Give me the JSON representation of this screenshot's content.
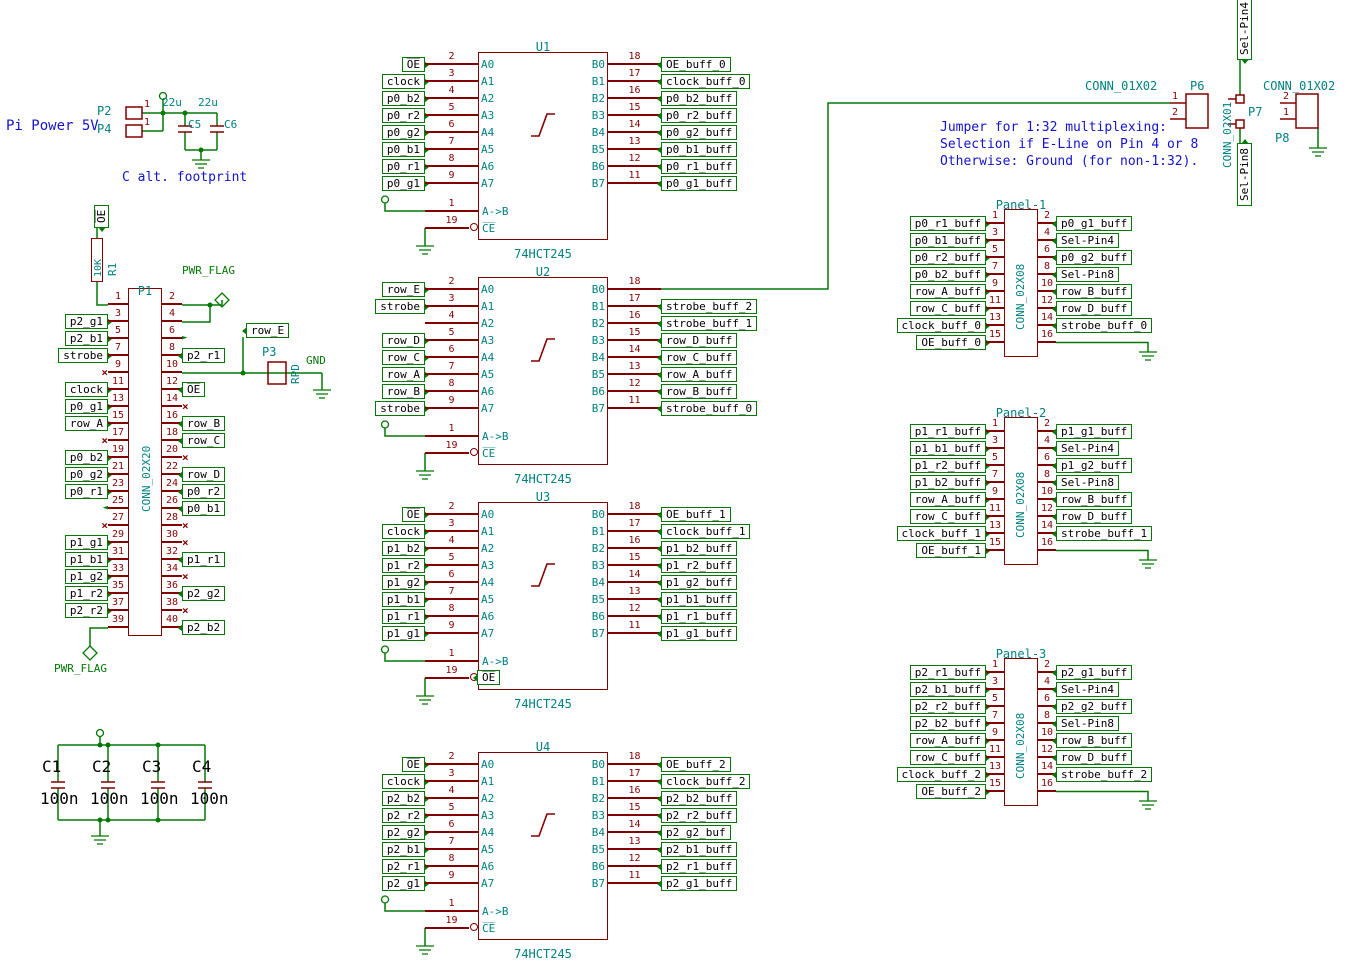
{
  "colors": {
    "wire": "#047804",
    "component": "#840000",
    "reference": "#008080",
    "note": "#1414c8",
    "label_text": "#000000",
    "background": "#ffffff"
  },
  "notes": {
    "pi_power": "Pi Power 5V",
    "c_alt": "C alt. footprint",
    "jumper_1": "Jumper for 1:32 multiplexing:",
    "jumper_2": "Selection if E-Line on Pin 4 or 8",
    "jumper_3": "Otherwise: Ground (for non-1:32)."
  },
  "power": {
    "p2_ref": "P2",
    "p2_pin": "1",
    "p4_ref": "P4",
    "p4_pin": "1",
    "c5_ref": "C5",
    "c5_val": "22u",
    "c6_ref": "C6",
    "c6_val": "22u",
    "pwr_flag_top": "PWR_FLAG",
    "pwr_flag_bottom": "PWR_FLAG",
    "oe_pullup_label": "O̅E̅",
    "r1_ref": "R1",
    "r1_val": "10K"
  },
  "p3": {
    "ref": "P3",
    "val": "RPD",
    "gnd": "GND",
    "row_e": "row_E"
  },
  "decoupling": [
    {
      "ref": "C1",
      "val": "100n"
    },
    {
      "ref": "C2",
      "val": "100n"
    },
    {
      "ref": "C3",
      "val": "100n"
    },
    {
      "ref": "C4",
      "val": "100n"
    }
  ],
  "p1": {
    "ref": "P1",
    "val": "CONN_02X20",
    "rows": [
      {
        "ln": "1",
        "rn": "2"
      },
      {
        "ln": "3",
        "ll": "p2_g1",
        "rn": "4"
      },
      {
        "ln": "5",
        "ll": "p2_b1",
        "rn": "6",
        "rarr": "►"
      },
      {
        "ln": "7",
        "ll": "strobe",
        "rn": "8",
        "rl": "p2_r1"
      },
      {
        "ln": "9",
        "lnc": "×",
        "rn": "10"
      },
      {
        "ln": "11",
        "ll": "clock",
        "rn": "12",
        "rl": "O̅E̅"
      },
      {
        "ln": "13",
        "ll": "p0_g1",
        "rn": "14",
        "rnc": "×"
      },
      {
        "ln": "15",
        "ll": "row_A",
        "rn": "16",
        "rl": "row_B"
      },
      {
        "ln": "17",
        "lnc": "×",
        "rn": "18",
        "rl": "row_C"
      },
      {
        "ln": "19",
        "ll": "p0_b2",
        "rn": "20",
        "rnc": "×"
      },
      {
        "ln": "21",
        "ll": "p0_g2",
        "rn": "22",
        "rl": "row_D"
      },
      {
        "ln": "23",
        "ll": "p0_r1",
        "rn": "24",
        "rl": "p0_r2"
      },
      {
        "ln": "25",
        "larr": "◄",
        "rn": "26",
        "rl": "p0_b1"
      },
      {
        "ln": "27",
        "lnc": "×",
        "rn": "28",
        "rnc": "×"
      },
      {
        "ln": "29",
        "ll": "p1_g1",
        "rn": "30",
        "rnc": "×"
      },
      {
        "ln": "31",
        "ll": "p1_b1",
        "rn": "32",
        "rl": "p1_r1"
      },
      {
        "ln": "33",
        "ll": "p1_g2",
        "rn": "34",
        "rnc": "×"
      },
      {
        "ln": "35",
        "ll": "p1_r2",
        "rn": "36",
        "rl": "p2_g2"
      },
      {
        "ln": "37",
        "ll": "p2_r2",
        "rn": "38",
        "rnc": "×"
      },
      {
        "ln": "39",
        "rn": "40",
        "rl": "p2_b2"
      }
    ]
  },
  "chips": [
    {
      "ref": "U1",
      "value": "74HCT245",
      "ab_num": "1",
      "ab_name": "A->B",
      "ce_num": "19",
      "ce_name": "C̅E̅",
      "rows": [
        {
          "n": "2",
          "nm": "A0",
          "lb": "O̅E̅",
          "rn": "18",
          "rnm": "B0",
          "rl": "OE_buff_0"
        },
        {
          "n": "3",
          "nm": "A1",
          "lb": "clock",
          "rn": "17",
          "rnm": "B1",
          "rl": "clock_buff_0"
        },
        {
          "n": "4",
          "nm": "A2",
          "lb": "p0_b2",
          "rn": "16",
          "rnm": "B2",
          "rl": "p0_b2_buff"
        },
        {
          "n": "5",
          "nm": "A3",
          "lb": "p0_r2",
          "rn": "15",
          "rnm": "B3",
          "rl": "p0_r2_buff"
        },
        {
          "n": "6",
          "nm": "A4",
          "lb": "p0_g2",
          "rn": "14",
          "rnm": "B4",
          "rl": "p0_g2_buff"
        },
        {
          "n": "7",
          "nm": "A5",
          "lb": "p0_b1",
          "rn": "13",
          "rnm": "B5",
          "rl": "p0_b1_buff"
        },
        {
          "n": "8",
          "nm": "A6",
          "lb": "p0_r1",
          "rn": "12",
          "rnm": "B6",
          "rl": "p0_r1_buff"
        },
        {
          "n": "9",
          "nm": "A7",
          "lb": "p0_g1",
          "rn": "11",
          "rnm": "B7",
          "rl": "p0_g1_buff"
        }
      ]
    },
    {
      "ref": "U2",
      "value": "74HCT245",
      "ab_num": "1",
      "ab_name": "A->B",
      "ce_num": "19",
      "ce_name": "C̅E̅",
      "rows": [
        {
          "n": "2",
          "nm": "A0",
          "lb": "row_E",
          "rn": "18",
          "rnm": "B0"
        },
        {
          "n": "3",
          "nm": "A1",
          "lb": "strobe",
          "rn": "17",
          "rnm": "B1",
          "rl": "strobe_buff_2"
        },
        {
          "n": "4",
          "nm": "A2",
          "rn": "16",
          "rnm": "B2",
          "rl": "strobe_buff_1"
        },
        {
          "n": "5",
          "nm": "A3",
          "lb": "row_D",
          "rn": "15",
          "rnm": "B3",
          "rl": "row_D_buff"
        },
        {
          "n": "6",
          "nm": "A4",
          "lb": "row_C",
          "rn": "14",
          "rnm": "B4",
          "rl": "row_C_buff"
        },
        {
          "n": "7",
          "nm": "A5",
          "lb": "row_A",
          "rn": "13",
          "rnm": "B5",
          "rl": "row_A_buff"
        },
        {
          "n": "8",
          "nm": "A6",
          "lb": "row_B",
          "rn": "12",
          "rnm": "B6",
          "rl": "row_B_buff"
        },
        {
          "n": "9",
          "nm": "A7",
          "lb": "strobe",
          "rn": "11",
          "rnm": "B7",
          "rl": "strobe_buff_0"
        }
      ]
    },
    {
      "ref": "U3",
      "value": "74HCT245",
      "ab_num": "1",
      "ab_name": "A->B",
      "ce_num": "19",
      "ce_name": "C̅E̅",
      "ce_net": "O̅E̅",
      "rows": [
        {
          "n": "2",
          "nm": "A0",
          "lb": "O̅E̅",
          "rn": "18",
          "rnm": "B0",
          "rl": "OE_buff_1"
        },
        {
          "n": "3",
          "nm": "A1",
          "lb": "clock",
          "rn": "17",
          "rnm": "B1",
          "rl": "clock_buff_1"
        },
        {
          "n": "4",
          "nm": "A2",
          "lb": "p1_b2",
          "rn": "16",
          "rnm": "B2",
          "rl": "p1_b2_buff"
        },
        {
          "n": "5",
          "nm": "A3",
          "lb": "p1_r2",
          "rn": "15",
          "rnm": "B3",
          "rl": "p1_r2_buff"
        },
        {
          "n": "6",
          "nm": "A4",
          "lb": "p1_g2",
          "rn": "14",
          "rnm": "B4",
          "rl": "p1_g2_buff"
        },
        {
          "n": "7",
          "nm": "A5",
          "lb": "p1_b1",
          "rn": "13",
          "rnm": "B5",
          "rl": "p1_b1_buff"
        },
        {
          "n": "8",
          "nm": "A6",
          "lb": "p1_r1",
          "rn": "12",
          "rnm": "B6",
          "rl": "p1_r1_buff"
        },
        {
          "n": "9",
          "nm": "A7",
          "lb": "p1_g1",
          "rn": "11",
          "rnm": "B7",
          "rl": "p1_g1_buff"
        }
      ]
    },
    {
      "ref": "U4",
      "value": "74HCT245",
      "ab_num": "1",
      "ab_name": "A->B",
      "ce_num": "19",
      "ce_name": "C̅E̅",
      "rows": [
        {
          "n": "2",
          "nm": "A0",
          "lb": "O̅E̅",
          "rn": "18",
          "rnm": "B0",
          "rl": "OE_buff_2"
        },
        {
          "n": "3",
          "nm": "A1",
          "lb": "clock",
          "rn": "17",
          "rnm": "B1",
          "rl": "clock_buff_2"
        },
        {
          "n": "4",
          "nm": "A2",
          "lb": "p2_b2",
          "rn": "16",
          "rnm": "B2",
          "rl": "p2_b2_buff"
        },
        {
          "n": "5",
          "nm": "A3",
          "lb": "p2_r2",
          "rn": "15",
          "rnm": "B3",
          "rl": "p2_r2_buff"
        },
        {
          "n": "6",
          "nm": "A4",
          "lb": "p2_g2",
          "rn": "14",
          "rnm": "B4",
          "rl": "p2_g2_buf"
        },
        {
          "n": "7",
          "nm": "A5",
          "lb": "p2_b1",
          "rn": "13",
          "rnm": "B5",
          "rl": "p2_b1_buff"
        },
        {
          "n": "8",
          "nm": "A6",
          "lb": "p2_r1",
          "rn": "12",
          "rnm": "B6",
          "rl": "p2_r1_buff"
        },
        {
          "n": "9",
          "nm": "A7",
          "lb": "p2_g1",
          "rn": "11",
          "rnm": "B7",
          "rl": "p2_g1_buff"
        }
      ]
    }
  ],
  "panels": [
    {
      "title": "Panel-1",
      "value": "CONN_02X08",
      "rows": [
        {
          "ln": "1",
          "ll": "p0_r1_buff",
          "rn": "2",
          "rl": "p0_g1_buff"
        },
        {
          "ln": "3",
          "ll": "p0_b1_buff",
          "rn": "4",
          "rl": "Sel-Pin4"
        },
        {
          "ln": "5",
          "ll": "p0_r2_buff",
          "rn": "6",
          "rl": "p0_g2_buff"
        },
        {
          "ln": "7",
          "ll": "p0_b2_buff",
          "rn": "8",
          "rl": "Sel-Pin8"
        },
        {
          "ln": "9",
          "ll": "row_A_buff",
          "rn": "10",
          "rl": "row_B_buff"
        },
        {
          "ln": "11",
          "ll": "row_C_buff",
          "rn": "12",
          "rl": "row_D_buff"
        },
        {
          "ln": "13",
          "ll": "clock_buff_0",
          "rn": "14",
          "rl": "strobe_buff_0"
        },
        {
          "ln": "15",
          "ll": "OE_buff_0",
          "rn": "16"
        }
      ]
    },
    {
      "title": "Panel-2",
      "value": "CONN_02X08",
      "rows": [
        {
          "ln": "1",
          "ll": "p1_r1_buff",
          "rn": "2",
          "rl": "p1_g1_buff"
        },
        {
          "ln": "3",
          "ll": "p1_b1_buff",
          "rn": "4",
          "rl": "Sel-Pin4"
        },
        {
          "ln": "5",
          "ll": "p1_r2_buff",
          "rn": "6",
          "rl": "p1_g2_buff"
        },
        {
          "ln": "7",
          "ll": "p1_b2_buff",
          "rn": "8",
          "rl": "Sel-Pin8"
        },
        {
          "ln": "9",
          "ll": "row_A_buff",
          "rn": "10",
          "rl": "row_B_buff"
        },
        {
          "ln": "11",
          "ll": "row_C_buff",
          "rn": "12",
          "rl": "row_D_buff"
        },
        {
          "ln": "13",
          "ll": "clock_buff_1",
          "rn": "14",
          "rl": "strobe_buff_1"
        },
        {
          "ln": "15",
          "ll": "OE_buff_1",
          "rn": "16"
        }
      ]
    },
    {
      "title": "Panel-3",
      "value": "CONN_02X08",
      "rows": [
        {
          "ln": "1",
          "ll": "p2_r1_buff",
          "rn": "2",
          "rl": "p2_g1_buff"
        },
        {
          "ln": "3",
          "ll": "p2_b1_buff",
          "rn": "4",
          "rl": "Sel-Pin4"
        },
        {
          "ln": "5",
          "ll": "p2_r2_buff",
          "rn": "6",
          "rl": "p2_g2_buff"
        },
        {
          "ln": "7",
          "ll": "p2_b2_buff",
          "rn": "8",
          "rl": "Sel-Pin8"
        },
        {
          "ln": "9",
          "ll": "row_A_buff",
          "rn": "10",
          "rl": "row_B_buff"
        },
        {
          "ln": "11",
          "ll": "row_C_buff",
          "rn": "12",
          "rl": "row_D_buff"
        },
        {
          "ln": "13",
          "ll": "clock_buff_2",
          "rn": "14",
          "rl": "strobe_buff_2"
        },
        {
          "ln": "15",
          "ll": "OE_buff_2",
          "rn": "16"
        }
      ]
    }
  ],
  "jumper": {
    "sel_pin4": "Sel-Pin4",
    "sel_pin8": "Sel-Pin8",
    "p6_ref": "P6",
    "p6_val": "CONN_01X02",
    "p6_pin1": "1",
    "p6_pin2": "2",
    "p7_ref": "P7",
    "p7_val": "CONN_02X01",
    "p8_ref": "P8",
    "p8_val": "CONN_01X02",
    "p8_pin_top": "2",
    "p8_pin_bottom": "1"
  }
}
